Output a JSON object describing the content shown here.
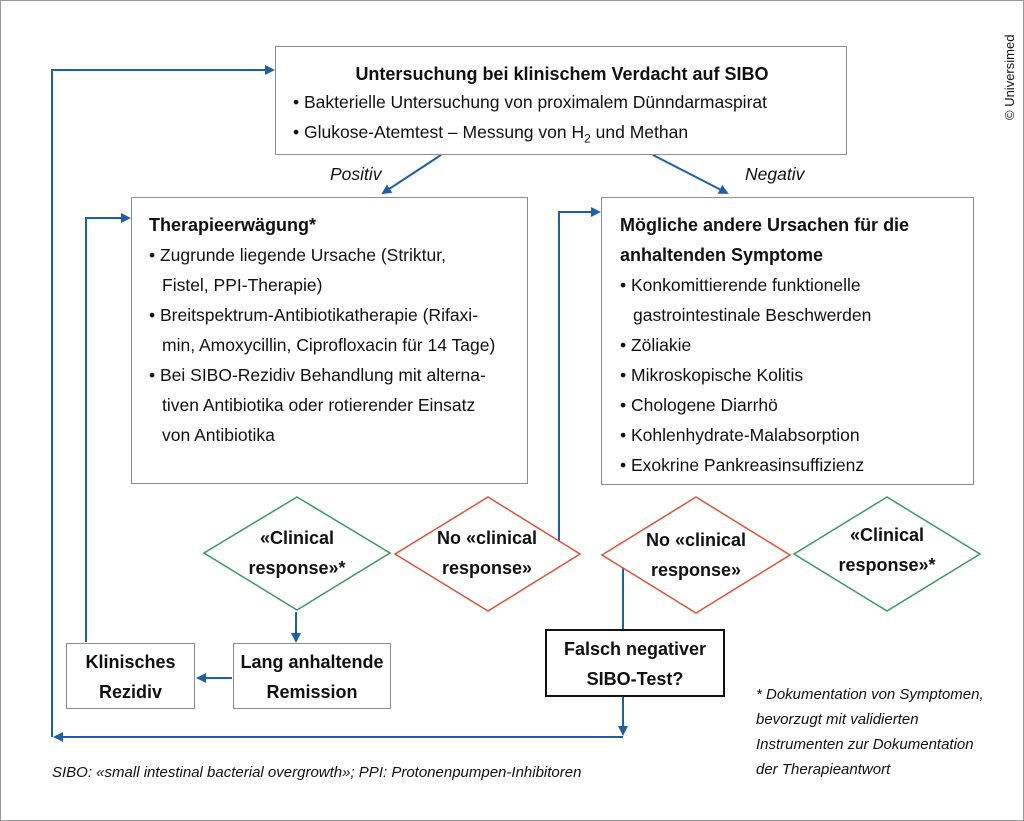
{
  "top_box": {
    "title": "Untersuchung bei klinischem Verdacht auf SIBO",
    "item1": "• Bakterielle Untersuchung von proximalem Dünndarmaspirat",
    "item2_pre": "•  Glukose-Atemtest – Messung von H",
    "item2_sub": "2",
    "item2_post": " und Methan"
  },
  "labels": {
    "positive": "Positiv",
    "negative": "Negativ"
  },
  "left_box": {
    "title": "Therapieerwägung*",
    "lines": [
      "• Zugrunde liegende Ursache (Striktur,",
      "Fistel, PPI-Therapie)",
      "• Breitspektrum-Antibiotikatherapie (Rifaxi-",
      "min, Amoxycillin, Ciprofloxacin für 14 Tage)",
      "• Bei SIBO-Rezidiv Behandlung mit alterna-",
      "tiven Antibiotika oder rotierender Einsatz",
      "von Antibiotika"
    ]
  },
  "right_box": {
    "title_lines": [
      "Mögliche andere Ursachen für die",
      "anhaltenden Symptome"
    ],
    "lines": [
      "• Konkomittierende funktionelle",
      "gastrointestinale Beschwerden",
      "• Zöliakie",
      "• Mikroskopische Kolitis",
      "• Chologene Diarrhö",
      "• Kohlenhydrate-Malabsorption",
      "• Exokrine Pankreasinsuffizienz"
    ]
  },
  "diamonds": {
    "d1": [
      "«Clinical",
      "response»*"
    ],
    "d2": [
      "No «clinical",
      "response»"
    ],
    "d3": [
      "No «clinical",
      "response»"
    ],
    "d4": [
      "«Clinical",
      "response»*"
    ]
  },
  "remission_box": [
    "Lang anhaltende",
    "Remission"
  ],
  "relapse_box": [
    "Klinisches",
    "Rezidiv"
  ],
  "false_neg_box": [
    "Falsch negativer",
    "SIBO-Test?"
  ],
  "footnote": [
    "* Dokumentation von Symptomen,",
    "bevorzugt mit validierten",
    "Instrumenten zur Dokumentation",
    "der Therapieantwort"
  ],
  "abbreviations": "SIBO: «small intestinal bacterial overgrowth»; PPI: Protonenpumpen-Inhibitoren",
  "copyright": "© Universimed",
  "colors": {
    "arrow": "#1f5fa8",
    "green": "#3a9a5a",
    "red": "#e0503c",
    "border": "#8c8c8c"
  }
}
